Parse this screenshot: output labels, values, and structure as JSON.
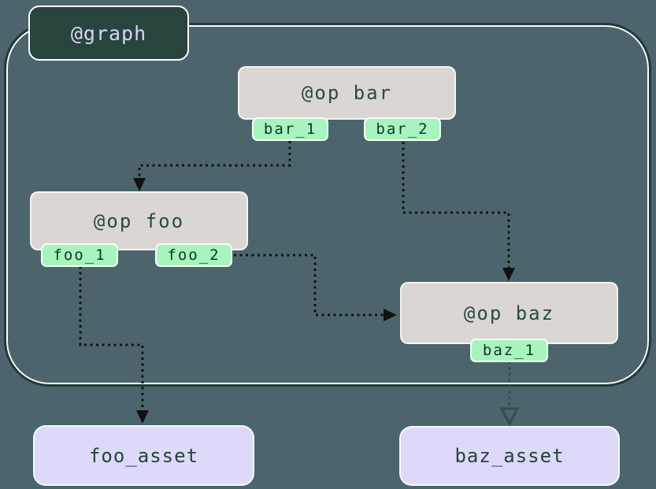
{
  "colors": {
    "background": "#4c656d",
    "graph_border": "#1f3d36",
    "graph_label_bg": "#27443d",
    "graph_label_text": "#d6d6f8",
    "op_bg": "#d9d6d3",
    "op_text": "#2a4a42",
    "tag_bg": "#a7f4bd",
    "tag_text": "#16332d",
    "asset_bg": "#dcd9f9",
    "asset_text": "#24433b",
    "edge": "#111111",
    "edge_alt": "#2e4f47"
  },
  "graph": {
    "label": "@graph"
  },
  "ops": [
    {
      "id": "bar",
      "label": "@op bar",
      "outputs": [
        "bar_1",
        "bar_2"
      ]
    },
    {
      "id": "foo",
      "label": "@op foo",
      "outputs": [
        "foo_1",
        "foo_2"
      ]
    },
    {
      "id": "baz",
      "label": "@op baz",
      "outputs": [
        "baz_1"
      ]
    }
  ],
  "assets": [
    {
      "label": "foo_asset"
    },
    {
      "label": "baz_asset"
    }
  ],
  "edges": [
    {
      "from": "bar_1",
      "to": "op-foo",
      "style": "dotted-black-solid-arrow"
    },
    {
      "from": "bar_2",
      "to": "op-baz",
      "style": "dotted-black-solid-arrow"
    },
    {
      "from": "foo_2",
      "to": "op-baz",
      "style": "dotted-black-solid-arrow"
    },
    {
      "from": "foo_1",
      "to": "foo_asset",
      "style": "dotted-black-solid-arrow"
    },
    {
      "from": "baz_1",
      "to": "baz_asset",
      "style": "dotted-green-hollow-arrow"
    }
  ]
}
